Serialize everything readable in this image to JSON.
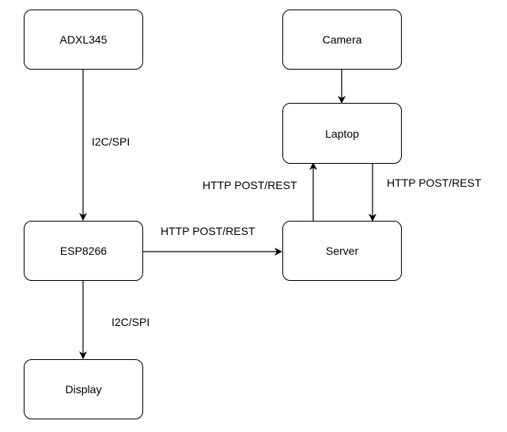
{
  "diagram": {
    "nodes": {
      "adxl345": "ADXL345",
      "camera": "Camera",
      "laptop": "Laptop",
      "esp8266": "ESP8266",
      "server": "Server",
      "display": "Display"
    },
    "edges": {
      "adxl_to_esp": "I2C/SPI",
      "esp_to_display": "I2C/SPI",
      "esp_to_server": "HTTP POST/REST",
      "server_to_laptop": "HTTP POST/REST",
      "laptop_to_server": "HTTP POST/REST"
    }
  }
}
